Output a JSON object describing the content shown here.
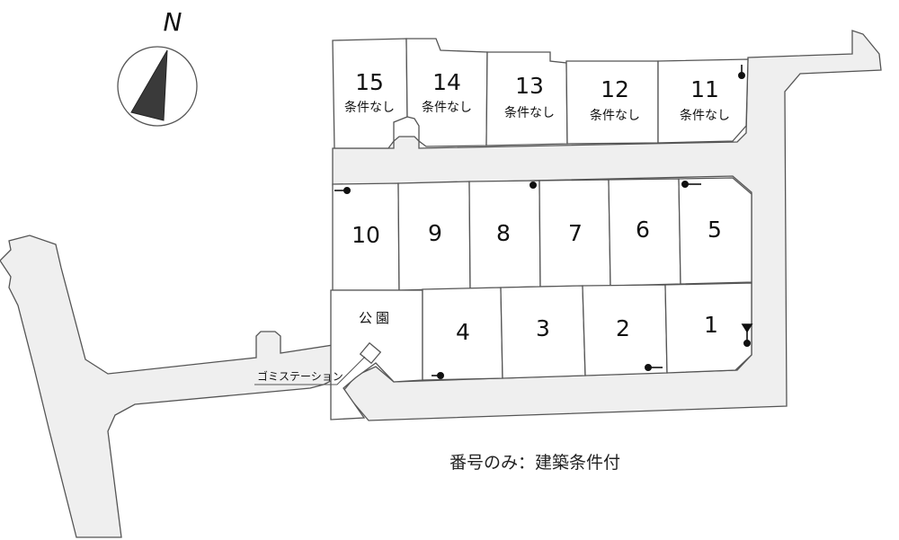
{
  "compass": {
    "label": "N"
  },
  "lots": [
    {
      "id": "1",
      "number": "1",
      "condition": ""
    },
    {
      "id": "2",
      "number": "2",
      "condition": ""
    },
    {
      "id": "3",
      "number": "3",
      "condition": ""
    },
    {
      "id": "4",
      "number": "4",
      "condition": ""
    },
    {
      "id": "5",
      "number": "5",
      "condition": ""
    },
    {
      "id": "6",
      "number": "6",
      "condition": ""
    },
    {
      "id": "7",
      "number": "7",
      "condition": ""
    },
    {
      "id": "8",
      "number": "8",
      "condition": ""
    },
    {
      "id": "9",
      "number": "9",
      "condition": ""
    },
    {
      "id": "10",
      "number": "10",
      "condition": ""
    },
    {
      "id": "11",
      "number": "11",
      "condition": "条件なし"
    },
    {
      "id": "12",
      "number": "12",
      "condition": "条件なし"
    },
    {
      "id": "13",
      "number": "13",
      "condition": "条件なし"
    },
    {
      "id": "14",
      "number": "14",
      "condition": "条件なし"
    },
    {
      "id": "15",
      "number": "15",
      "condition": "条件なし"
    }
  ],
  "park": {
    "label": "公園"
  },
  "garbage_station": {
    "label": "ゴミステーション"
  },
  "legend": {
    "text": "番号のみ：建築条件付"
  },
  "colors": {
    "road": "#efefef",
    "outline": "#555555",
    "compass_fill": "#3a3a3a"
  }
}
